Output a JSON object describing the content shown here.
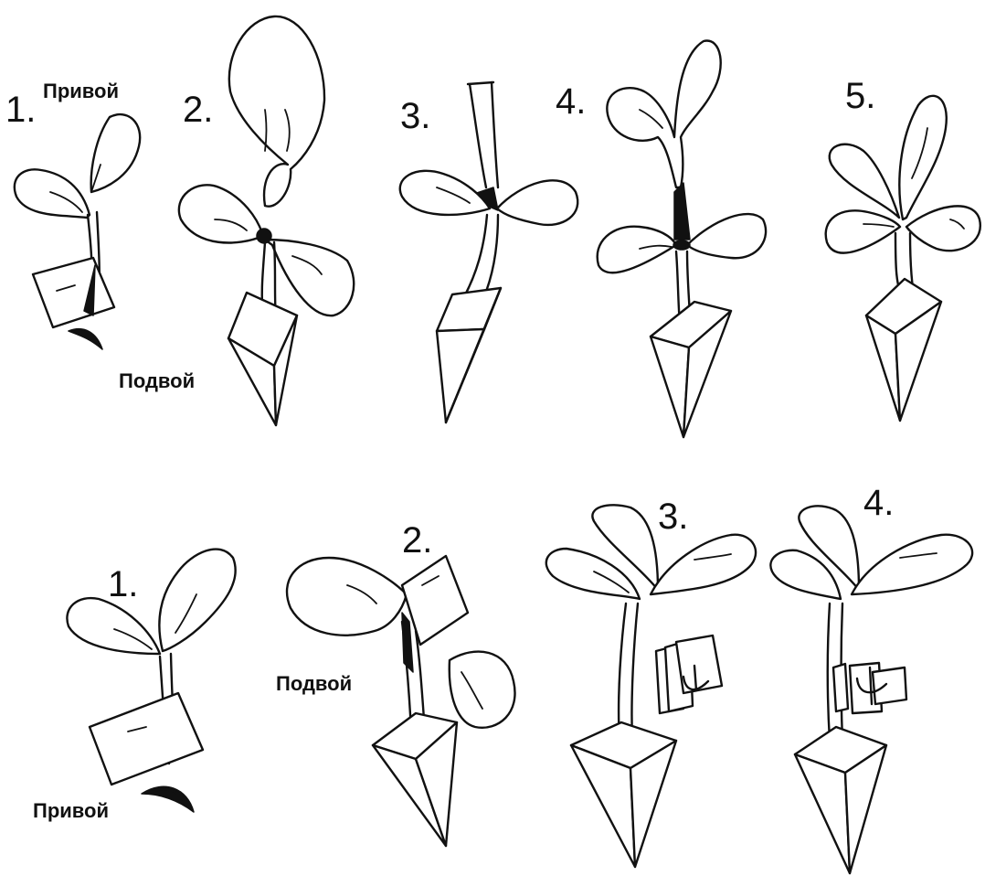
{
  "top_row": {
    "steps": [
      "1.",
      "2.",
      "3.",
      "4.",
      "5."
    ],
    "scion_label": "Привой",
    "rootstock_label": "Подвой"
  },
  "bottom_row": {
    "steps": [
      "1.",
      "2.",
      "3.",
      "4."
    ],
    "rootstock_label": "Подвой",
    "scion_label": "Привой"
  }
}
